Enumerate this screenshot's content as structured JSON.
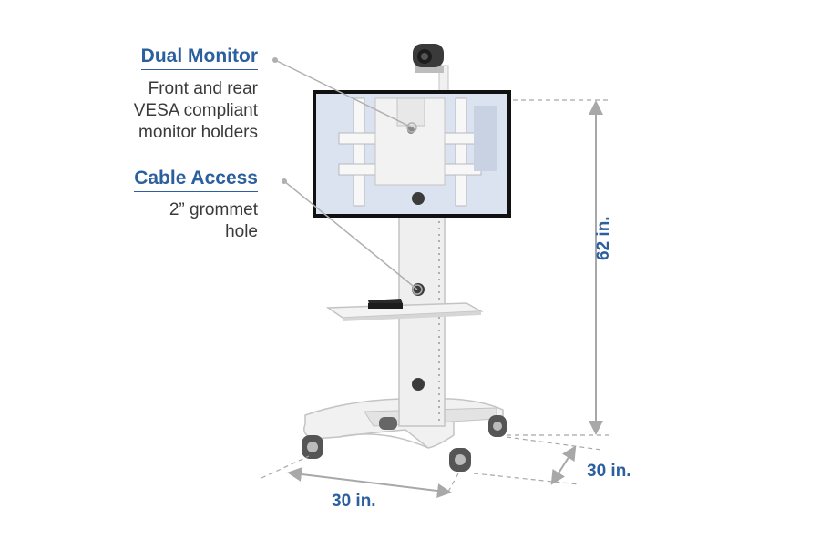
{
  "callouts": {
    "dual_monitor": {
      "title": "Dual Monitor",
      "lines": [
        "Front and rear",
        "VESA compliant",
        "monitor holders"
      ]
    },
    "cable_access": {
      "title": "Cable Access",
      "lines": [
        "2” grommet",
        "hole"
      ]
    }
  },
  "dimensions": {
    "height": "62 in.",
    "width": "30 in.",
    "depth": "30 in."
  },
  "colors": {
    "accent": "#2b5f9e",
    "text": "#3a3a3a",
    "dimension_line": "#a8a8a8",
    "cart_body": "#eeeeee",
    "cart_outline": "#c4c4c4",
    "screen": "#dce3f0"
  }
}
